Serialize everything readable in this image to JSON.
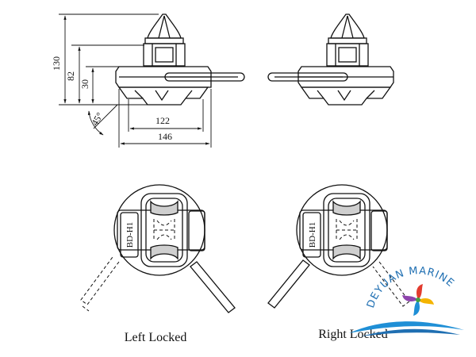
{
  "dimensions": {
    "height_total": "130",
    "height_mid": "82",
    "height_small": "30",
    "angle": "45°",
    "width_inner": "122",
    "width_outer": "146"
  },
  "plates": {
    "left": "BD-H1",
    "right": "BD-H1"
  },
  "captions": {
    "left": "Left Locked",
    "right": "Right Locked"
  },
  "brand": {
    "name": "DEYUAN MARINE",
    "colors": {
      "red": "#e23b2e",
      "yellow": "#f4b400",
      "blue": "#1f8fd6",
      "purple": "#8e44ad",
      "green": "#43a047",
      "text": "#1f6fb2"
    }
  }
}
